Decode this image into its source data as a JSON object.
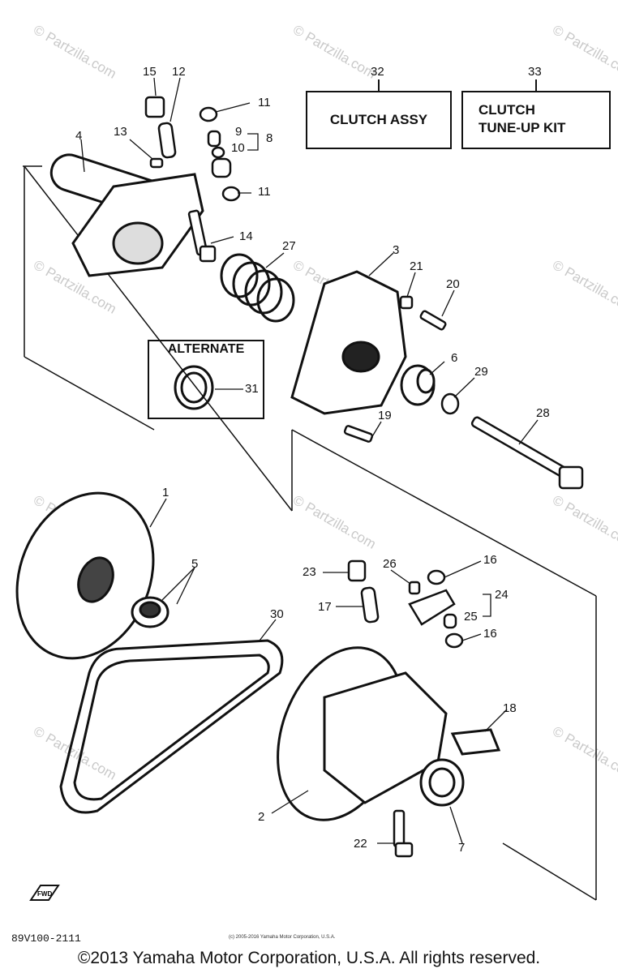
{
  "callouts": {
    "n1": "1",
    "n2": "2",
    "n3": "3",
    "n4": "4",
    "n5": "5",
    "n6": "6",
    "n7": "7",
    "n8": "8",
    "n9": "9",
    "n10": "10",
    "n11a": "11",
    "n11b": "11",
    "n12": "12",
    "n13": "13",
    "n14": "14",
    "n15": "15",
    "n16a": "16",
    "n16b": "16",
    "n17": "17",
    "n18": "18",
    "n19": "19",
    "n20": "20",
    "n21": "21",
    "n22": "22",
    "n23": "23",
    "n24": "24",
    "n25": "25",
    "n26": "26",
    "n27": "27",
    "n28": "28",
    "n29": "29",
    "n30": "30",
    "n31": "31",
    "n32": "32",
    "n33": "33"
  },
  "boxes": {
    "clutch_assy": "CLUTCH ASSY",
    "tune_up_line1": "CLUTCH",
    "tune_up_line2": "TUNE-UP KIT",
    "alternate": "ALTERNATE"
  },
  "watermark": "© Partzilla.com",
  "front_arrow": "FWD",
  "drawing_code": "89V100-2111",
  "small_copyright": "(c) 2005-2016 Yamaha Motor Corporation, U.S.A.",
  "copyright": "©2013 Yamaha Motor Corporation, U.S.A. All rights reserved."
}
